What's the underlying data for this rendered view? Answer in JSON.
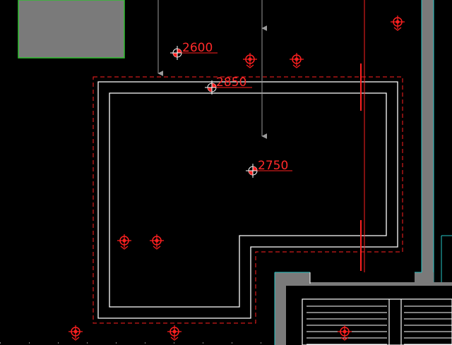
{
  "viewport": {
    "background": "#000000",
    "colors": {
      "outline": "#ffffff",
      "red": "#ff2020",
      "cyan": "#26c6c6",
      "gray": "#7a7a7a",
      "green": "#2fbf2f",
      "dim": "#9a9a9a"
    }
  },
  "levels": [
    {
      "value": "2600"
    },
    {
      "value": "2850"
    },
    {
      "value": "2750"
    }
  ],
  "symbols": {
    "level_marker_icon": "circle-crosshair-icon",
    "anchor_icon": "anchor-icon",
    "direction_arrow_icon": "arrow-down-icon"
  }
}
